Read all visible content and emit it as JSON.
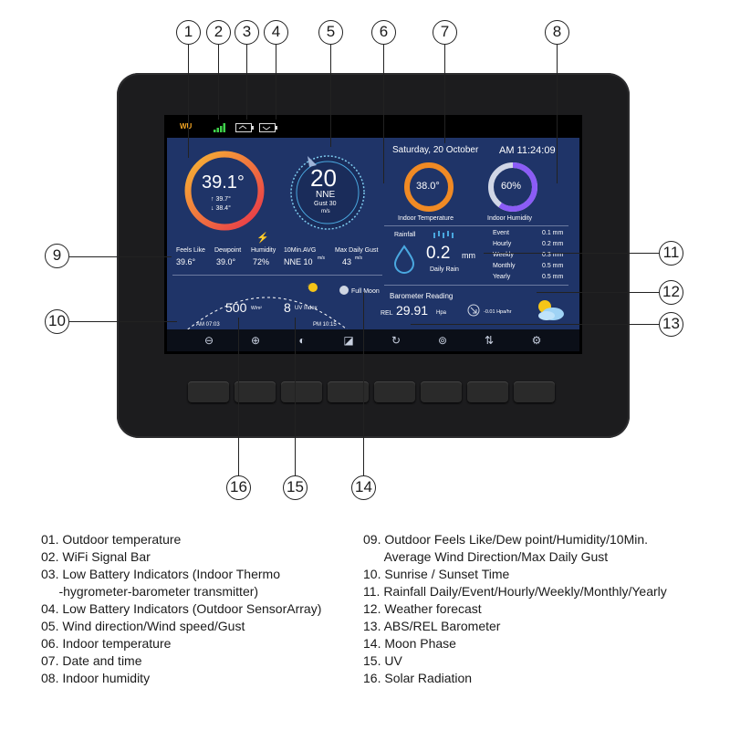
{
  "callouts": [
    "1",
    "2",
    "3",
    "4",
    "5",
    "6",
    "7",
    "8",
    "9",
    "10",
    "11",
    "12",
    "13",
    "14",
    "15",
    "16"
  ],
  "screen": {
    "brand": "WU",
    "date": "Saturday, 20 October",
    "time": "AM 11:24:09",
    "outdoor_temp": "39.1°",
    "outdoor_high": "↑ 39.7°",
    "outdoor_low": "↓ 38.4°",
    "wind_speed": "20",
    "wind_dir": "NNE",
    "gust": "Gust 30",
    "wind_unit": "m/s",
    "indoor_temp": "38.0°",
    "indoor_temp_label": "Indoor  Temperature",
    "indoor_humidity": "60%",
    "indoor_humidity_label": "Indoor  Humidity",
    "stats": [
      {
        "label": "Feels Like",
        "value": "39.6°"
      },
      {
        "label": "Dewpoint",
        "value": "39.0°"
      },
      {
        "label": "Humidity",
        "value": "72%"
      },
      {
        "label": "10Min.AVG",
        "value": "NNE 10",
        "unit": "m/s"
      },
      {
        "label": "Max Daily Gust",
        "value": "43",
        "unit": "m/s"
      }
    ],
    "rainfall_label": "Rainfall",
    "rain_value": "0.2",
    "rain_unit": "mm",
    "daily_rain_label": "Daily Rain",
    "rain_table": [
      {
        "label": "Event",
        "value": "0.1 mm"
      },
      {
        "label": "Hourly",
        "value": "0.2 mm"
      },
      {
        "label": "Weekly",
        "value": "0.3 mm"
      },
      {
        "label": "Monthly",
        "value": "0.5 mm"
      },
      {
        "label": "Yearly",
        "value": "0.5 mm"
      }
    ],
    "solar_value": "500",
    "solar_unit": "W/m²",
    "uv_value": "8",
    "uv_label": "UV Index",
    "sunrise": "AM  07:03",
    "sunset": "PM  10:15",
    "moon_phase": "Full Moon",
    "baro_label": "Barometer Reading",
    "baro_mode": "REL",
    "baro_value": "29.91",
    "baro_unit": "Hpa",
    "baro_trend": "-0.01 Hpa/hr",
    "colors": {
      "screen_bg": "#1f3468",
      "accent_blue": "#4aa8e0",
      "ring_orange": "#f08a24",
      "ring_purple": "#8b5cf6"
    }
  },
  "soft_keys": [
    "minus-icon",
    "plus-icon",
    "contrast-icon",
    "brightness-icon",
    "refresh-icon",
    "channel-icon",
    "sort-icon",
    "settings-icon"
  ],
  "legend_left": [
    "01. Outdoor temperature",
    "02. WiFi Signal Bar",
    "03. Low Battery Indicators (Indoor Thermo",
    "     -hygrometer-barometer transmitter)",
    "04. Low Battery Indicators (Outdoor SensorArray)",
    "05. Wind direction/Wind speed/Gust",
    "06. Indoor temperature",
    "07. Date and time",
    "08. Indoor humidity"
  ],
  "legend_right": [
    "09. Outdoor Feels Like/Dew point/Humidity/10Min.",
    "      Average Wind Direction/Max Daily Gust",
    "10. Sunrise / Sunset Time",
    "11. Rainfall Daily/Event/Hourly/Weekly/Monthly/Yearly",
    "12. Weather forecast",
    "13. ABS/REL Barometer",
    "14. Moon Phase",
    "15. UV",
    "16. Solar Radiation"
  ]
}
